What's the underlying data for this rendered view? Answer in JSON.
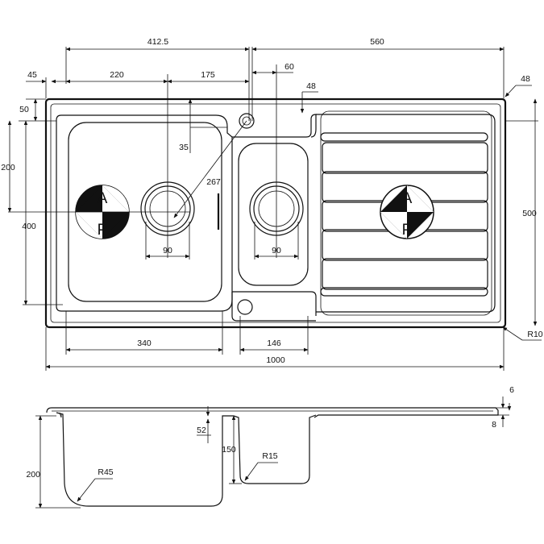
{
  "plan_dimensions": {
    "top_left_width": "412.5",
    "top_right_width": "560",
    "left_margin": "45",
    "main_bowl_to_waste": "220",
    "waste_to_edge": "175",
    "tap_hole_offset": "60",
    "drainer_depth_offset": "48",
    "right_edge_offset": "48",
    "top_margin": "50",
    "step_depth": "35",
    "overflow_length": "267",
    "left_height_outer": "200",
    "left_height_bowl": "400",
    "waste_1": "90",
    "waste_2": "90",
    "overall_depth": "500",
    "main_bowl_width": "340",
    "small_bowl_width": "146",
    "overall_width": "1000",
    "corner_radius": "R10"
  },
  "section_dimensions": {
    "edge_height": "6",
    "rim_height": "8",
    "bowl_depth": "200",
    "main_bowl_radius": "R45",
    "rim_step": "52",
    "small_bowl_depth": "150",
    "small_bowl_radius": "R15"
  },
  "symbols": {
    "top_letter": "A",
    "bottom_letter": "P"
  }
}
